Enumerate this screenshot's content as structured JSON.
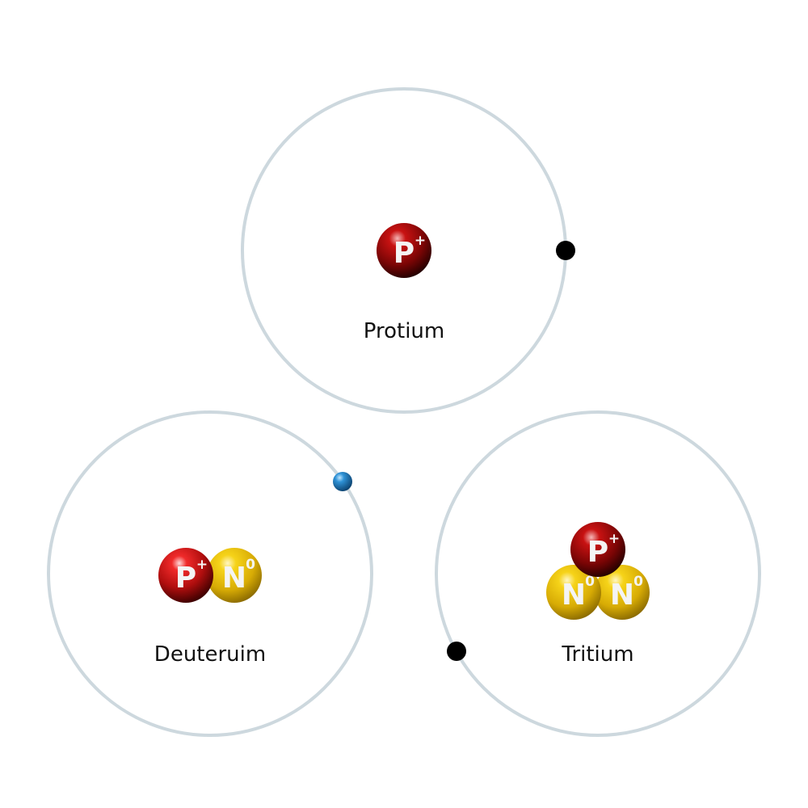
{
  "colors": {
    "orbit": "#cdd8de",
    "proton": "#d41a1a",
    "neutron": "#e8c20c",
    "electron": "#000000",
    "electron_alt": "#1d7fc7",
    "label_text": "#111111"
  },
  "particles": {
    "proton": {
      "letter": "P",
      "charge": "+"
    },
    "neutron": {
      "letter": "N",
      "charge": "0"
    }
  },
  "atoms": [
    {
      "name": "Protium",
      "protons": 1,
      "neutrons": 0,
      "electron_color": "electron"
    },
    {
      "name": "Deuteruim",
      "protons": 1,
      "neutrons": 1,
      "electron_color": "electron_alt"
    },
    {
      "name": "Tritium",
      "protons": 1,
      "neutrons": 2,
      "electron_color": "electron"
    }
  ]
}
